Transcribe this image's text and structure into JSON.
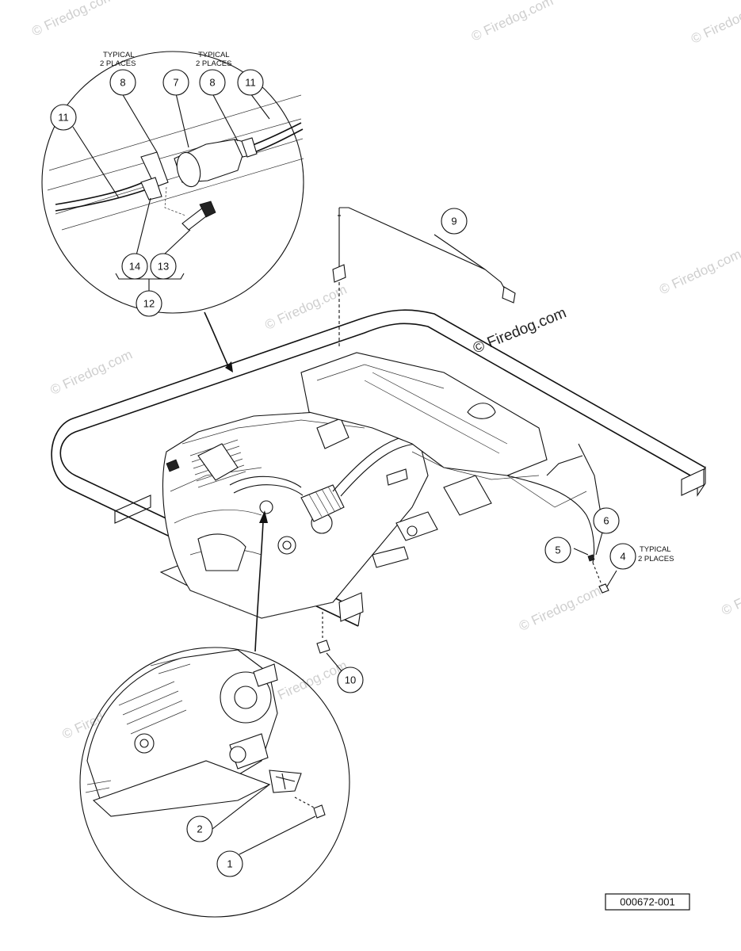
{
  "watermark": {
    "small_text": "© Firedog.com",
    "main_text": "© Firedog.com"
  },
  "drawing_number": "000672-001",
  "callouts": [
    {
      "id": "c1",
      "label": "1"
    },
    {
      "id": "c2",
      "label": "2"
    },
    {
      "id": "c4",
      "label": "4"
    },
    {
      "id": "c5",
      "label": "5"
    },
    {
      "id": "c6",
      "label": "6"
    },
    {
      "id": "c7",
      "label": "7"
    },
    {
      "id": "c8a",
      "label": "8"
    },
    {
      "id": "c8b",
      "label": "8"
    },
    {
      "id": "c9",
      "label": "9"
    },
    {
      "id": "c10",
      "label": "10"
    },
    {
      "id": "c11a",
      "label": "11"
    },
    {
      "id": "c11b",
      "label": "11"
    },
    {
      "id": "c12",
      "label": "12"
    },
    {
      "id": "c13",
      "label": "13"
    },
    {
      "id": "c14",
      "label": "14"
    }
  ],
  "notes": {
    "typical_left_line1": "TYPICAL",
    "typical_left_line2": "2 PLACES",
    "typical_mid_line1": "TYPICAL",
    "typical_mid_line2": "2 PLACES",
    "typical_right_line1": "TYPICAL",
    "typical_right_line2": "2 PLACES"
  }
}
